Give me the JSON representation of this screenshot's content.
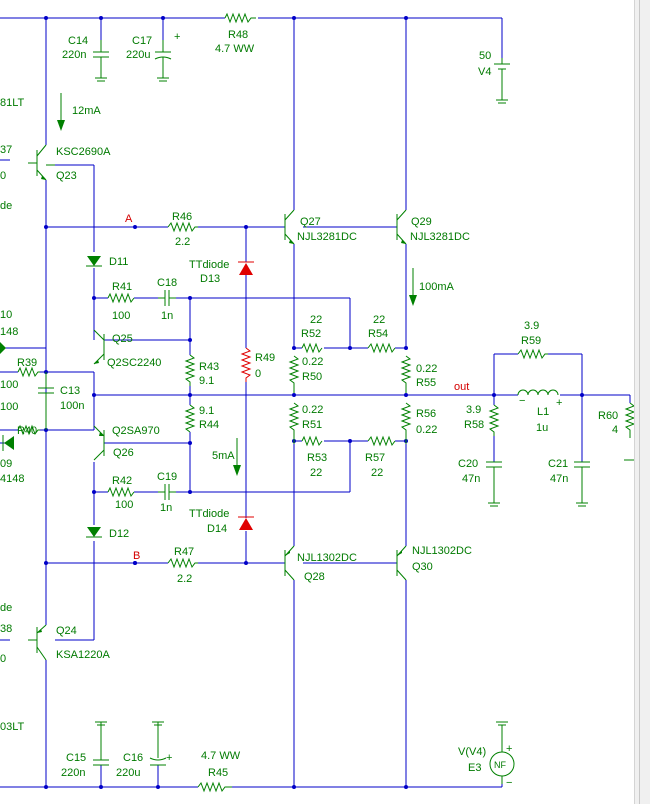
{
  "components": {
    "c14": {
      "ref": "C14",
      "value": "220n"
    },
    "c17": {
      "ref": "C17",
      "value": "220u"
    },
    "r48": {
      "ref": "R48",
      "value": "4.7 WW"
    },
    "v4": {
      "value": "50",
      "ref": "V4"
    },
    "i12": {
      "value": "12mA"
    },
    "q23": {
      "type": "KSC2690A",
      "ref": "Q23"
    },
    "q27": {
      "ref": "Q27",
      "type": "NJL3281DC"
    },
    "q29": {
      "ref": "Q29",
      "type": "NJL3281DC"
    },
    "r46": {
      "ref": "R46",
      "value": "2.2"
    },
    "nodeA": {
      "label": "A"
    },
    "nodeB": {
      "label": "B"
    },
    "d11": {
      "ref": "D11"
    },
    "d13": {
      "model": "TTdiode",
      "ref": "D13"
    },
    "i100": {
      "value": "100mA"
    },
    "r41": {
      "ref": "R41",
      "value": "100"
    },
    "c18": {
      "ref": "C18",
      "value": "1n"
    },
    "r52": {
      "value": "22",
      "ref": "R52"
    },
    "r54": {
      "value": "22",
      "ref": "R54"
    },
    "r59": {
      "value": "3.9",
      "ref": "R59"
    },
    "q25": {
      "ref": "Q25",
      "type": "Q2SC2240"
    },
    "r43": {
      "ref": "R43",
      "value": "9.1"
    },
    "r49": {
      "ref": "R49",
      "value": "0"
    },
    "r50": {
      "value": "0.22",
      "ref": "R50"
    },
    "r55": {
      "value": "0.22",
      "ref": "R55"
    },
    "out": {
      "label": "out"
    },
    "r39": {
      "ref": "R39"
    },
    "c13": {
      "ref": "C13",
      "value": "100n"
    },
    "r58": {
      "value": "3.9",
      "ref": "R58"
    },
    "l1": {
      "ref": "L1",
      "value": "1u"
    },
    "r60": {
      "ref": "R60",
      "value": "4"
    },
    "r44": {
      "value": "9.1",
      "ref": "R44"
    },
    "r51": {
      "value": "0.22",
      "ref": "R51"
    },
    "r56": {
      "ref": "R56",
      "value": "0.22"
    },
    "r40": {
      "ref": "R40"
    },
    "q26": {
      "type": "Q2SA970",
      "ref": "Q26"
    },
    "r53": {
      "ref": "R53",
      "value": "22"
    },
    "r57": {
      "ref": "R57",
      "value": "22"
    },
    "i5": {
      "value": "5mA"
    },
    "c20": {
      "ref": "C20",
      "value": "47n"
    },
    "c21": {
      "ref": "C21",
      "value": "47n"
    },
    "r42": {
      "ref": "R42",
      "value": "100"
    },
    "c19": {
      "ref": "C19",
      "value": "1n"
    },
    "d14": {
      "model": "TTdiode",
      "ref": "D14"
    },
    "d12": {
      "ref": "D12"
    },
    "r47": {
      "ref": "R47",
      "value": "2.2"
    },
    "q28": {
      "type": "NJL1302DC",
      "ref": "Q28"
    },
    "q30": {
      "type": "NJL1302DC",
      "ref": "Q30"
    },
    "q24": {
      "ref": "Q24",
      "type": "KSA1220A"
    },
    "c15": {
      "ref": "C15",
      "value": "220n"
    },
    "c16": {
      "ref": "C16",
      "value": "220u"
    },
    "r45": {
      "value": "4.7 WW",
      "ref": "R45"
    },
    "e3": {
      "expr": "V(V4)",
      "ref": "E3",
      "symbol": "NF"
    }
  },
  "cut_labels": {
    "t1": "81LT",
    "t2": "37",
    "t3": "0",
    "t4": "de",
    "t5": "10",
    "t6": "148",
    "t7": "100",
    "t8": "100",
    "t9": "09",
    "t10": "4148",
    "t11": "de",
    "t12": "38",
    "t13": "0",
    "t14": "03LT"
  },
  "colors": {
    "wire": "#0000c8",
    "component": "#008000",
    "highlight": "#e00000",
    "label": "#007a00"
  }
}
